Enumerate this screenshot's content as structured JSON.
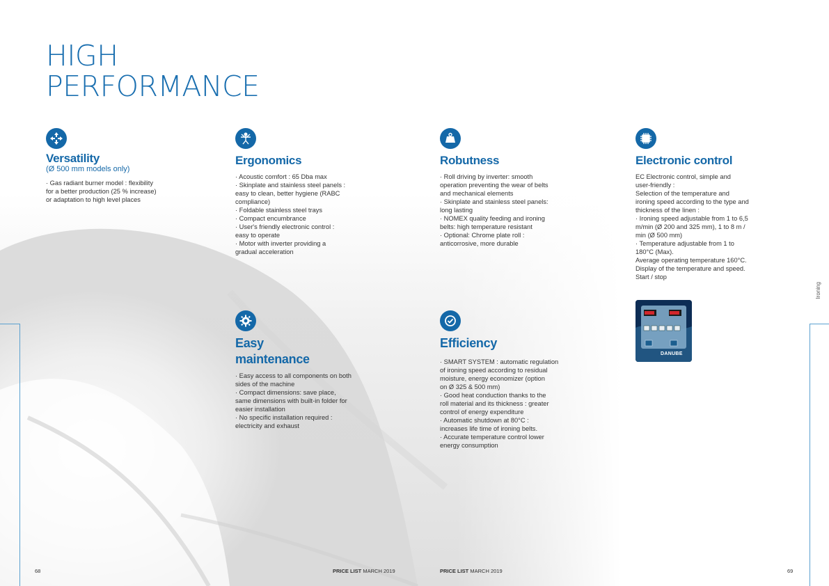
{
  "title": {
    "line1": "HIGH",
    "line2": "PERFORMANCE"
  },
  "features": {
    "versatility": {
      "icon": "arrows-icon",
      "heading": "Versatility",
      "subheading": "(Ø 500 mm models only)",
      "body": [
        "· Gas radiant burner model : flexibility\n  for a better production (25 % increase)\n  or adaptation to high level places"
      ]
    },
    "ergonomics": {
      "icon": "vitruvian-man-icon",
      "heading": "Ergonomics",
      "body": [
        "· Acoustic comfort : 65 Dba max",
        "· Skinplate and stainless steel panels :\n  easy to clean, better hygiene (RABC\n  compliance)",
        "· Foldable stainless steel trays",
        "· Compact encumbrance",
        "· User's friendly electronic control :\n  easy to operate",
        "· Motor with inverter providing a\n  gradual acceleration"
      ]
    },
    "robustness": {
      "icon": "weight-icon",
      "heading": "Robutness",
      "body": [
        "· Roll driving by inverter: smooth\n  operation preventing the wear of belts\n  and mechanical elements",
        "· Skinplate and stainless steel panels:\n  long lasting",
        "· NOMEX quality feeding and ironing\n  belts: high temperature resistant",
        "· Optional: Chrome plate roll :\n  anticorrosive, more durable"
      ]
    },
    "electronic_control": {
      "icon": "chip-icon",
      "heading": "Electronic control",
      "body": [
        "EC Electronic control, simple and\nuser-friendly :",
        "Selection of the temperature and\nironing speed according to the type and\nthickness of the linen :",
        "· Ironing speed adjustable from 1 to 6,5\n  m/min (Ø 200 and 325 mm), 1 to 8 m /\n  min (Ø 500 mm)",
        "· Temperature adjustable from 1 to\n  180°C (Max).",
        "Average operating temperature 160°C.",
        "Display of the temperature and speed.",
        "Start / stop"
      ]
    },
    "maintenance": {
      "icon": "gear-wrench-icon",
      "heading_line1": "Easy",
      "heading_line2": "maintenance",
      "body": [
        "· Easy access to all components on both\n  sides of the machine",
        "· Compact dimensions: save place,\n  same dimensions with built-in folder for\n  easier installation",
        "· No specific installation required :\n  electricity and exhaust"
      ]
    },
    "efficiency": {
      "icon": "check-circle-icon",
      "heading": "Efficiency",
      "body": [
        "· SMART SYSTEM : automatic regulation\n  of ironing speed according to residual\n  moisture, energy economizer (option\n  on Ø 325 & 500 mm)",
        "· Good heat conduction thanks to the\n  roll material and its thickness : greater\n  control of energy expenditure",
        "· Automatic shutdown at 80°C :\n  increases life time of ironing belts.",
        "· Accurate temperature control lower\n  energy consumption"
      ]
    }
  },
  "control_panel": {
    "brand": "DANUBE"
  },
  "side_label": "Ironing",
  "footer": {
    "left_page": "68",
    "right_page": "69",
    "price_list_bold": "PRICE LIST",
    "price_list_date": "MARCH 2019"
  },
  "colors": {
    "accent": "#1468a8",
    "title": "#1a6fb0",
    "rule": "#5aa0cf",
    "panel": "#0d2d55"
  }
}
